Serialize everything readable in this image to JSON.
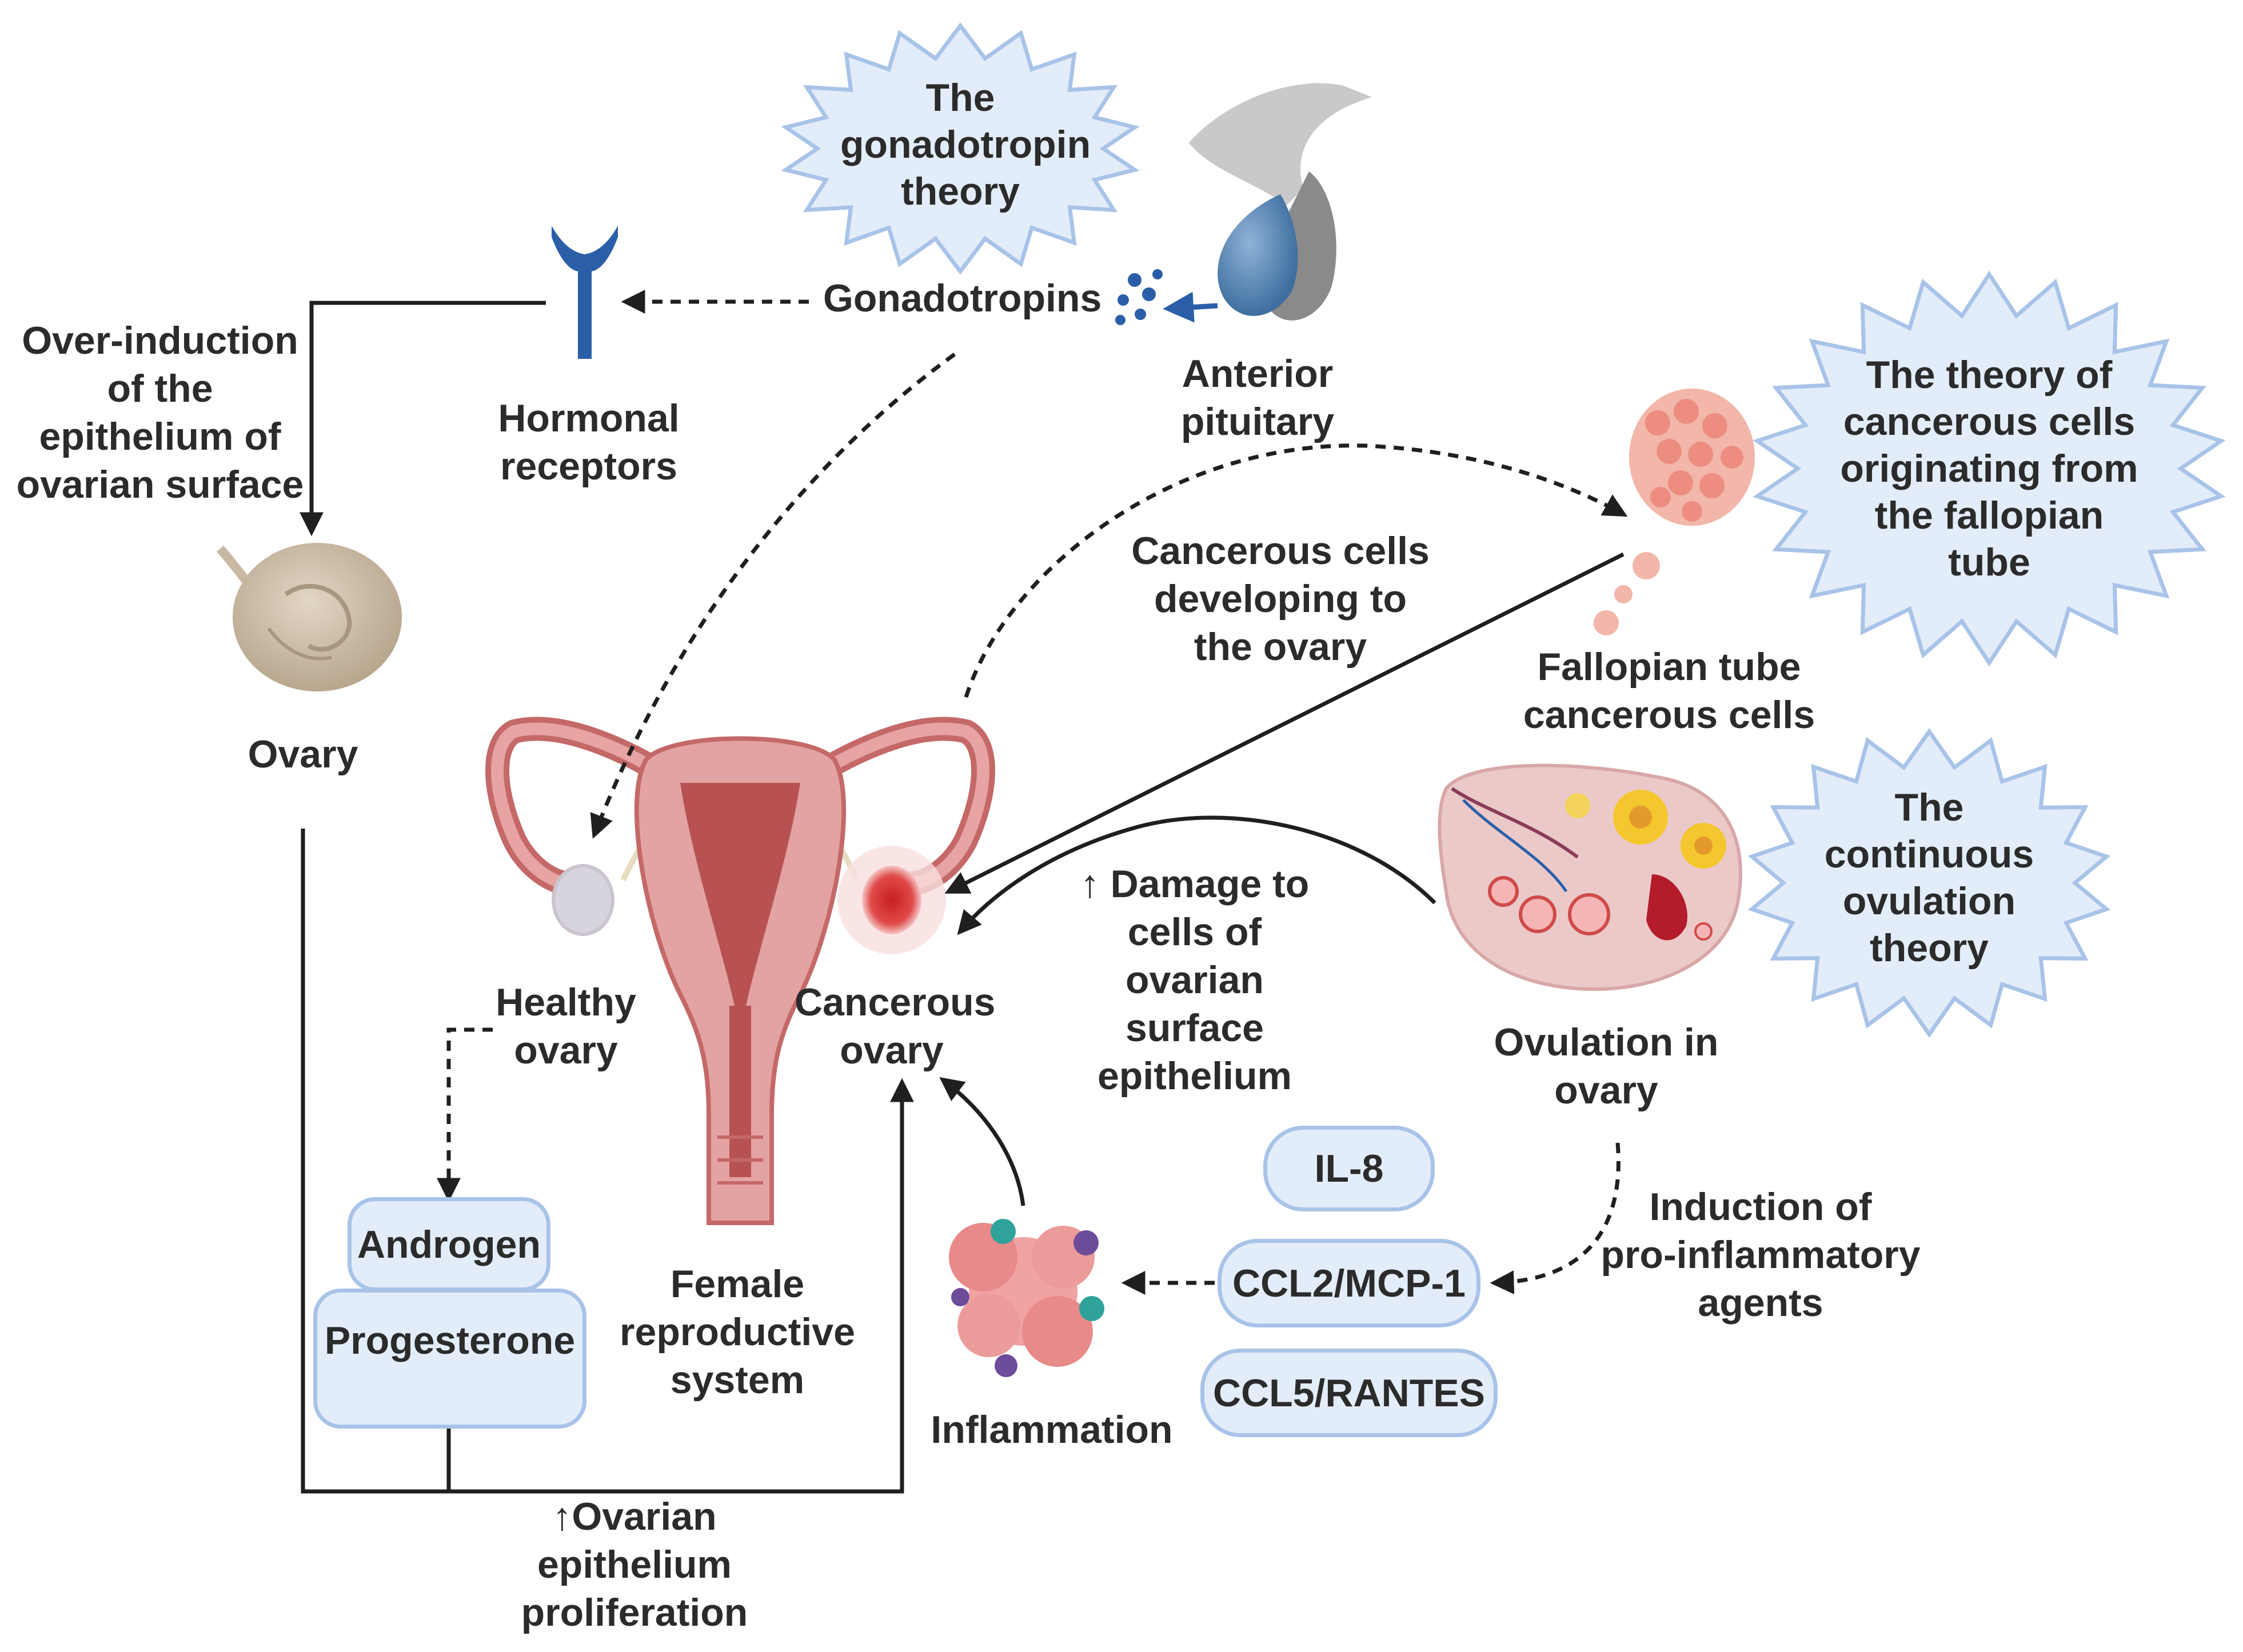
{
  "theories": {
    "gonadotropin": [
      "The",
      "gonadotropin",
      "theory"
    ],
    "fallopian": [
      "The theory of",
      "cancerous cells",
      "originating from",
      "the fallopian",
      "tube"
    ],
    "ovulation": [
      "The",
      "continuous",
      "ovulation",
      "theory"
    ]
  },
  "labels": {
    "gonadotropins": "Gonadotropins",
    "anterior_pituitary": [
      "Anterior",
      "pituitary"
    ],
    "hormonal_receptors": [
      "Hormonal",
      "receptors"
    ],
    "over_induction": [
      "Over-induction",
      "of the",
      "epithelium of",
      "ovarian surface"
    ],
    "ovary": "Ovary",
    "cancerous_cells_developing": [
      "Cancerous cells",
      "developing to",
      "the ovary"
    ],
    "fallopian_tube_cells": [
      "Fallopian tube",
      "cancerous cells"
    ],
    "healthy_ovary": [
      "Healthy",
      "ovary"
    ],
    "cancerous_ovary": [
      "Cancerous",
      "ovary"
    ],
    "damage": [
      "↑ Damage to",
      "cells of",
      "ovarian",
      "surface",
      "epithelium"
    ],
    "ovulation_in_ovary": [
      "Ovulation in",
      "ovary"
    ],
    "female_system": [
      "Female",
      "reproductive",
      "system"
    ],
    "induction": [
      "Induction of",
      "pro-inflammatory",
      "agents"
    ],
    "inflammation": "Inflammation",
    "proliferation": [
      "↑Ovarian",
      "epithelium",
      "proliferation"
    ]
  },
  "hormones": {
    "androgen": "Androgen",
    "progesterone": "Progesterone"
  },
  "cytokines": {
    "il8": "IL-8",
    "ccl2": "CCL2/MCP-1",
    "ccl5": "CCL5/RANTES"
  },
  "colors": {
    "burst_fill": "#e3ecf9",
    "burst_stroke": "#a9c3e8",
    "box_fill": "#e3ecf9",
    "box_stroke": "#a9c3e8",
    "arrow": "#1f1f1f",
    "uterus": "#d98a8a",
    "ovary_tan": "#c9b9a4",
    "cancer_red": "#d22d2d",
    "receptor_blue": "#2a5fa8"
  }
}
